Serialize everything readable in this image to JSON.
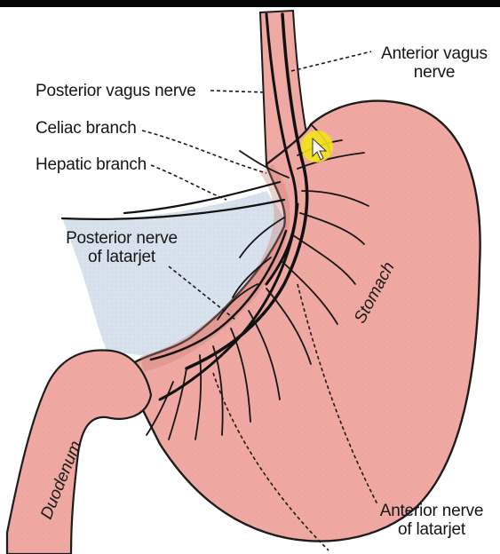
{
  "labels": {
    "anterior_vagus_line1": "Anterior vagus",
    "anterior_vagus_line2": "nerve",
    "posterior_vagus": "Posterior vagus nerve",
    "celiac_branch": "Celiac branch",
    "hepatic_branch": "Hepatic branch",
    "posterior_latarjet_line1": "Posterior nerve",
    "posterior_latarjet_line2": "of latarjet",
    "stomach": "Stomach",
    "duodenum": "Duodenum",
    "anterior_latarjet_line1": "Anterior nerve",
    "anterior_latarjet_line2": "of latarjet"
  },
  "colors": {
    "stomach_fill": "#f0a9a2",
    "outline": "#1c1c1c",
    "omentum": "#d6e0ea",
    "cursor_highlight": "#f2e21a"
  }
}
